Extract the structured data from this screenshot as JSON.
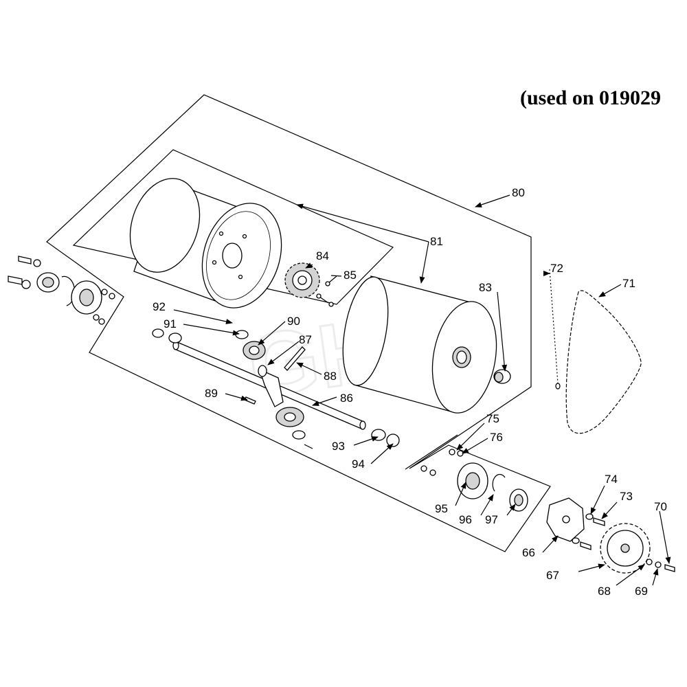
{
  "header": {
    "title": "(used on 019029"
  },
  "watermark": "GHS",
  "callouts": {
    "c80": "80",
    "c81": "81",
    "c83": "83",
    "c84": "84",
    "c85": "85",
    "c92": "92",
    "c91": "91",
    "c90": "90",
    "c87": "87",
    "c88": "88",
    "c89": "89",
    "c86": "86",
    "c93": "93",
    "c94": "94",
    "c72": "72",
    "c71": "71",
    "c75": "75",
    "c76": "76",
    "c95": "95",
    "c96": "96",
    "c97": "97",
    "c74": "74",
    "c73": "73",
    "c70": "70",
    "c66": "66",
    "c67": "67",
    "c68": "68",
    "c69": "69"
  }
}
